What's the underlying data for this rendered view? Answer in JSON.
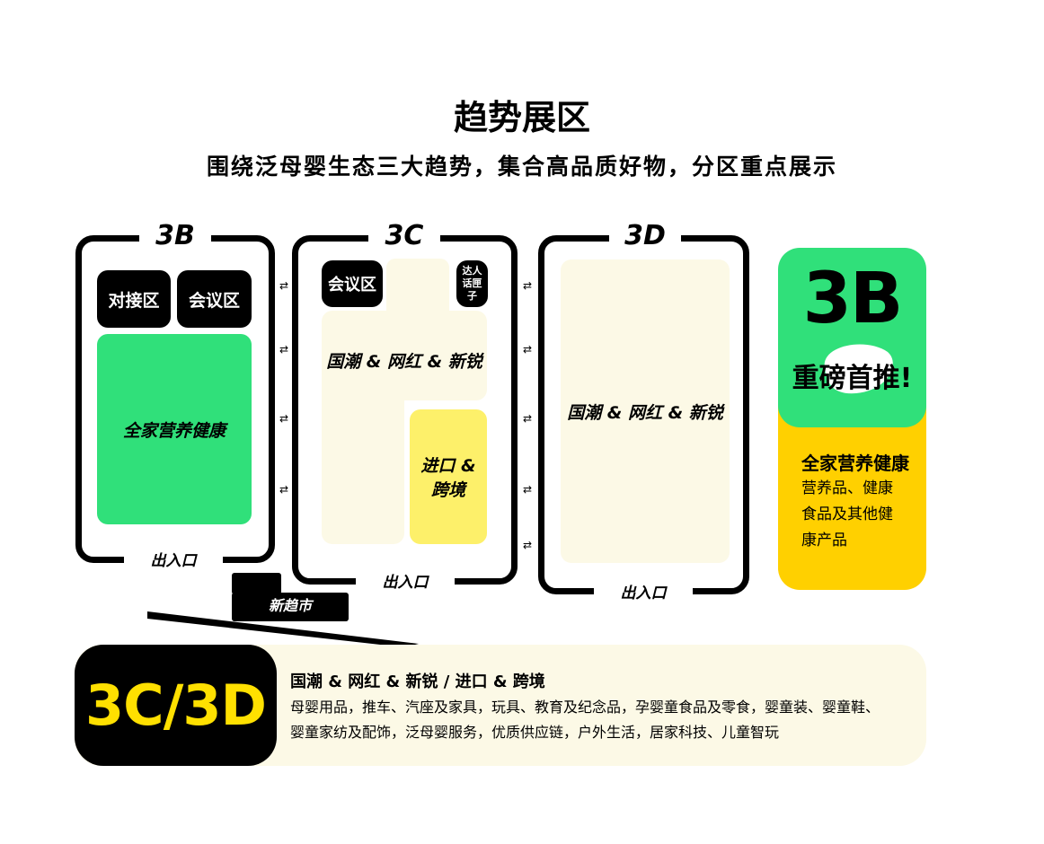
{
  "header": {
    "title": "趋势展区",
    "subtitle": "围绕泛母婴生态三大趋势，集合高品质好物，分区重点展示"
  },
  "halls": {
    "h3b": {
      "label": "3B",
      "zones": {
        "duijie": "对接区",
        "huiyi": "会议区",
        "main": "全家营养健康"
      },
      "exit": "出入口"
    },
    "h3c": {
      "label": "3C",
      "zones": {
        "huiyi": "会议区",
        "daren": "达人话匣子",
        "main": "国潮 & 网红 & 新锐",
        "import": "进口 & 跨境"
      },
      "exit": "出入口"
    },
    "h3d": {
      "label": "3D",
      "zones": {
        "main": "国潮 & 网红 & 新锐"
      },
      "exit": "出入口"
    },
    "connector": "⇄",
    "new_market": "新趋市"
  },
  "badge_card": {
    "big": "3B",
    "push": "重磅首推!",
    "title": "全家营养健康",
    "desc_lines": [
      "营养品、健康",
      "食品及其他健",
      "康产品"
    ]
  },
  "banner": {
    "badge": "3C/3D",
    "title": "国潮 & 网红 & 新锐 / 进口 & 跨境",
    "desc_lines": [
      "母婴用品，推车、汽座及家具，玩具、教育及纪念品，孕婴童食品及零食，婴童装、婴童鞋、",
      "婴童家纺及配饰，泛母婴服务，优质供应链，户外生活，居家科技、儿童智玩"
    ]
  },
  "colors": {
    "green": "#30e07a",
    "yellow": "#ffd000",
    "light_yellow": "#fdf06a",
    "cream": "#fcf9e6",
    "black": "#000000",
    "badge_text": "#ffe000"
  }
}
